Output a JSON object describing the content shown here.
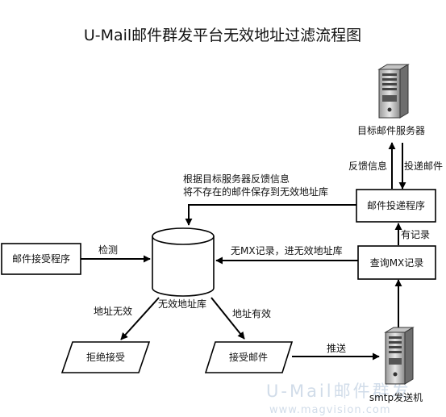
{
  "title": "U-Mail邮件群发平台无效地址过滤流程图",
  "nodes": {
    "receive_program": "邮件接受程序",
    "invalid_db": "无效地址库",
    "reject": "拒绝接受",
    "accept_mail": "接受邮件",
    "smtp_server": "smtp发送机",
    "query_mx": "查询MX记录",
    "delivery_program": "邮件投递程序",
    "target_server": "目标邮件服务器"
  },
  "edge_labels": {
    "detect": "检测",
    "addr_invalid": "地址无效",
    "addr_valid": "地址有效",
    "push": "推送",
    "has_record": "有记录",
    "no_mx": "无MX记录，进无效地址库",
    "feedback_line1": "根据目标服务器反馈信息",
    "feedback_line2": "将不存在的邮件保存到无效地址库",
    "feedback_info": "反馈信息",
    "deliver_mail": "投递邮件"
  },
  "watermark": {
    "brand": "U-Mail邮件群发",
    "url": "www.magvision.com"
  }
}
